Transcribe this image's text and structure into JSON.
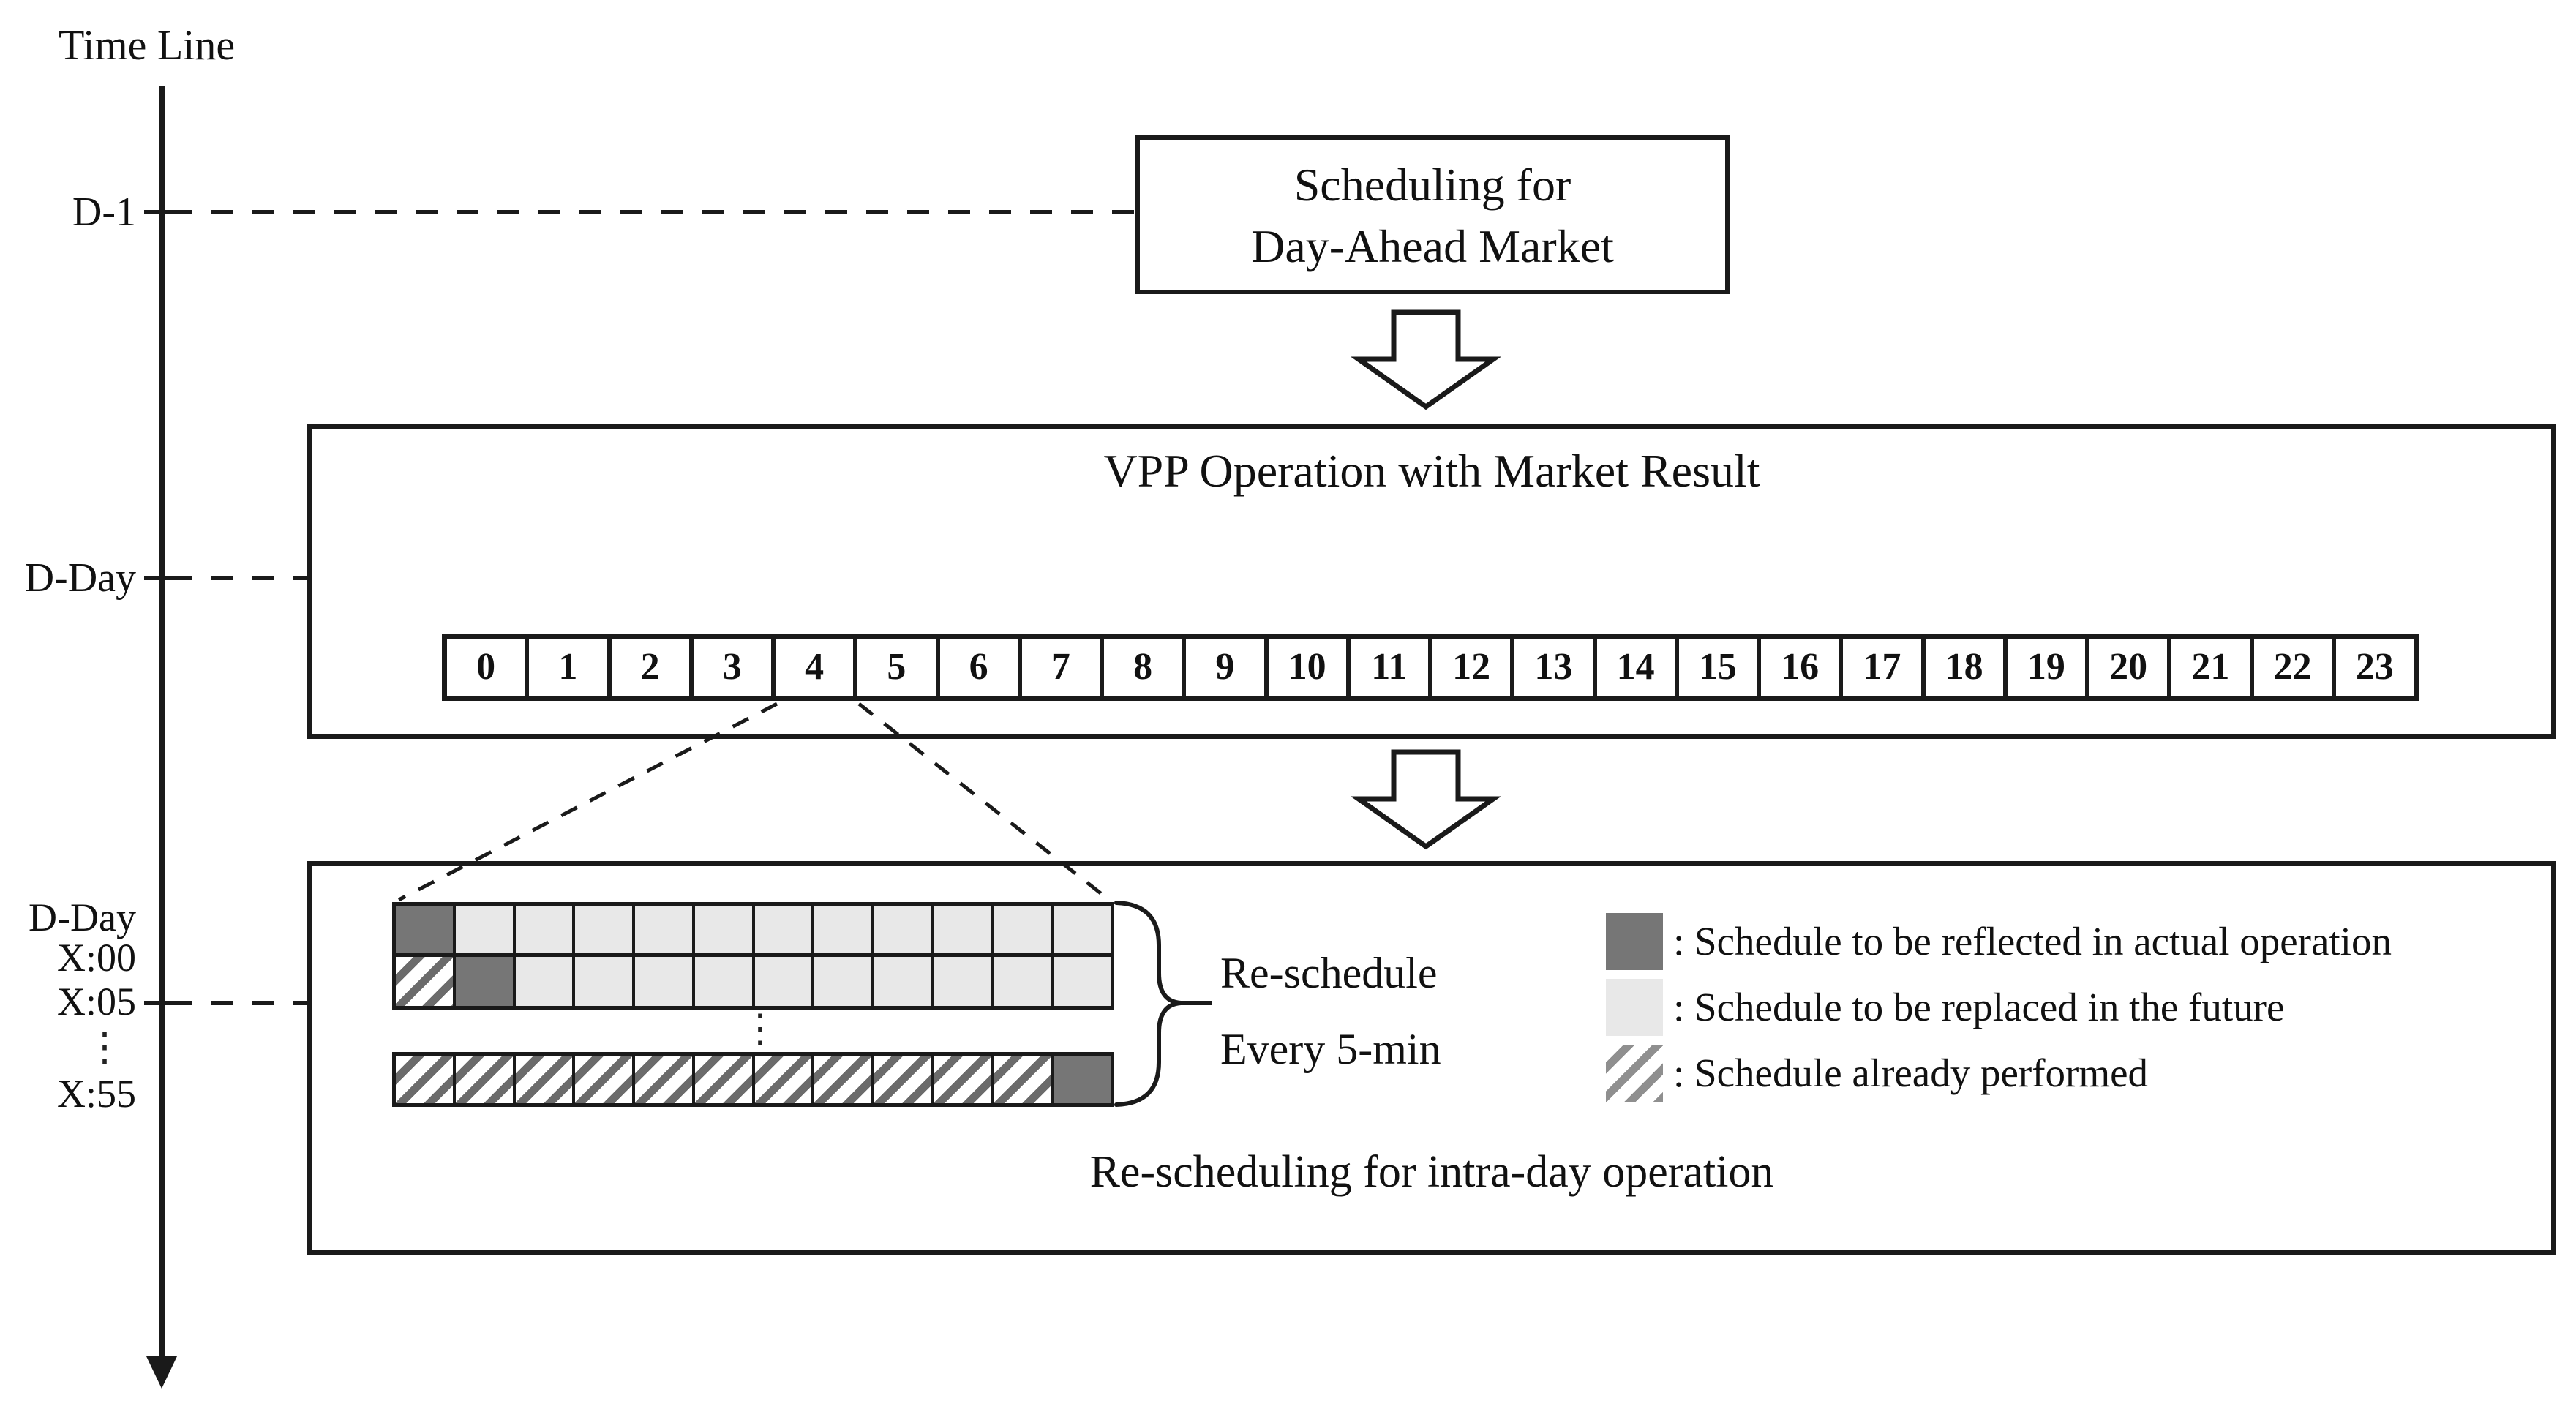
{
  "timeline": {
    "label": "Time Line",
    "d1": "D-1",
    "dday": "D-Day"
  },
  "day_ahead_box": {
    "line1": "Scheduling for",
    "line2": "Day-Ahead Market"
  },
  "vpp_box": {
    "title": "VPP Operation with Market Result",
    "hours": [
      "0",
      "1",
      "2",
      "3",
      "4",
      "5",
      "6",
      "7",
      "8",
      "9",
      "10",
      "11",
      "12",
      "13",
      "14",
      "15",
      "16",
      "17",
      "18",
      "19",
      "20",
      "21",
      "22",
      "23"
    ]
  },
  "intraday_box": {
    "caption": "Re-scheduling for intra-day operation",
    "row_labels": {
      "dday": "D-Day",
      "x00": "X:00",
      "x05": "X:05",
      "dots": "⋮",
      "x55": "X:55"
    },
    "grid": {
      "dots": "⋮",
      "rows": [
        {
          "cells": [
            "dark",
            "light",
            "light",
            "light",
            "light",
            "light",
            "light",
            "light",
            "light",
            "light",
            "light",
            "light"
          ]
        },
        {
          "cells": [
            "hatch",
            "dark",
            "light",
            "light",
            "light",
            "light",
            "light",
            "light",
            "light",
            "light",
            "light",
            "light"
          ]
        },
        {
          "cells": [
            "hatch",
            "hatch",
            "hatch",
            "hatch",
            "hatch",
            "hatch",
            "hatch",
            "hatch",
            "hatch",
            "hatch",
            "hatch",
            "dark"
          ]
        }
      ]
    },
    "reschedule_note": {
      "line1": "Re-schedule",
      "line2": "Every 5-min"
    },
    "legend": [
      {
        "swatch": "dark",
        "text": ": Schedule to be reflected in actual operation"
      },
      {
        "swatch": "light",
        "text": ": Schedule to be replaced in the future"
      },
      {
        "swatch": "hatch",
        "text": ": Schedule already performed"
      }
    ]
  },
  "colors": {
    "dark_gray": "#767676",
    "light_gray": "#e8e8e8",
    "grid_hatch_stripe": "#6b6b6b",
    "legend_hatch_stripe": "#8f8f8f",
    "line_black": "#1a1a1a"
  }
}
